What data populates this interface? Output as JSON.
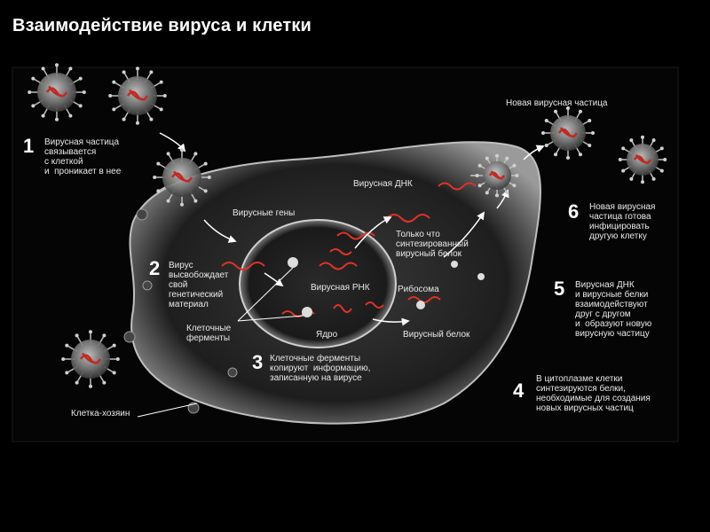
{
  "title": "Взаимодействие вируса и клетки",
  "steps": [
    {
      "num": "1",
      "text": "Вирусная частица\nсвязывается\nс клеткой\nи  проникает в нее"
    },
    {
      "num": "2",
      "text": "Вирус\nвысвобождает\nсвой\nгенетический\nматериал"
    },
    {
      "num": "3",
      "text": "Клеточные ферменты\nкопируют  информацию,\nзаписанную на вирусе"
    },
    {
      "num": "4",
      "text": "В цитоплазме клетки\nсинтезируются белки,\nнеобходимые для создания\nновых вирусных частиц"
    },
    {
      "num": "5",
      "text": "Вирусная ДНК\nи вирусные белки\nвзаимодействуют\nдруг с другом\nи  образуют новую\nвирусную частицу"
    },
    {
      "num": "6",
      "text": "Новая вирусная\nчастица готова\nинфицировать\nдругую клетку"
    }
  ],
  "labels": {
    "new_particle": "Новая вирусная частица",
    "viral_dna": "Вирусная ДНК",
    "viral_genes": "Вирусные гены",
    "new_protein": "Только что\nсинтезированный\nвирусный белок",
    "viral_rna": "Вирусная РНК",
    "ribosome": "Рибосома",
    "enzymes": "Клеточные\nферменты",
    "nucleus": "Ядро",
    "viral_protein": "Вирусный белок",
    "host_cell": "Клетка-хозяин"
  },
  "colors": {
    "dna": "#e0322a",
    "core": "#c02a22",
    "arrow": "#ffffff"
  }
}
